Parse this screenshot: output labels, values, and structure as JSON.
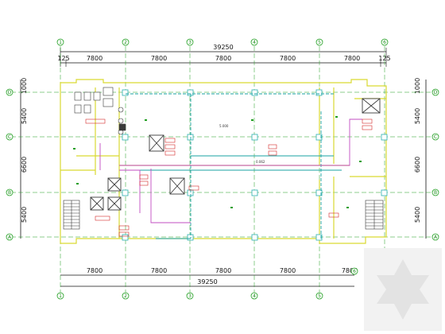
{
  "drawing": {
    "top_dims": {
      "overall": "39250",
      "end_left": "125",
      "end_right": "125",
      "bays": [
        "7800",
        "7800",
        "7800",
        "7800",
        "7800"
      ]
    },
    "bottom_dims": {
      "overall": "39250",
      "bays": [
        "7800",
        "7800",
        "7800",
        "7800",
        "7800"
      ]
    },
    "left_dims": [
      "1000",
      "5400",
      "6600",
      "5400"
    ],
    "right_dims": [
      "1000",
      "5400",
      "6600",
      "5400"
    ],
    "column_axes": [
      "1",
      "2",
      "3",
      "4",
      "5",
      "6"
    ],
    "row_axes": [
      "D",
      "C",
      "B",
      "A"
    ],
    "room_notes": {
      "upper_room": "5.000",
      "corridor": "0.062"
    },
    "colors": {
      "axis": "#1f9e1f",
      "wall": "#d9d932",
      "duct": "#1aa3a3",
      "pipe": "#c24dc2",
      "equipment": "#3a3a3a",
      "red": "#d42a2a"
    }
  }
}
